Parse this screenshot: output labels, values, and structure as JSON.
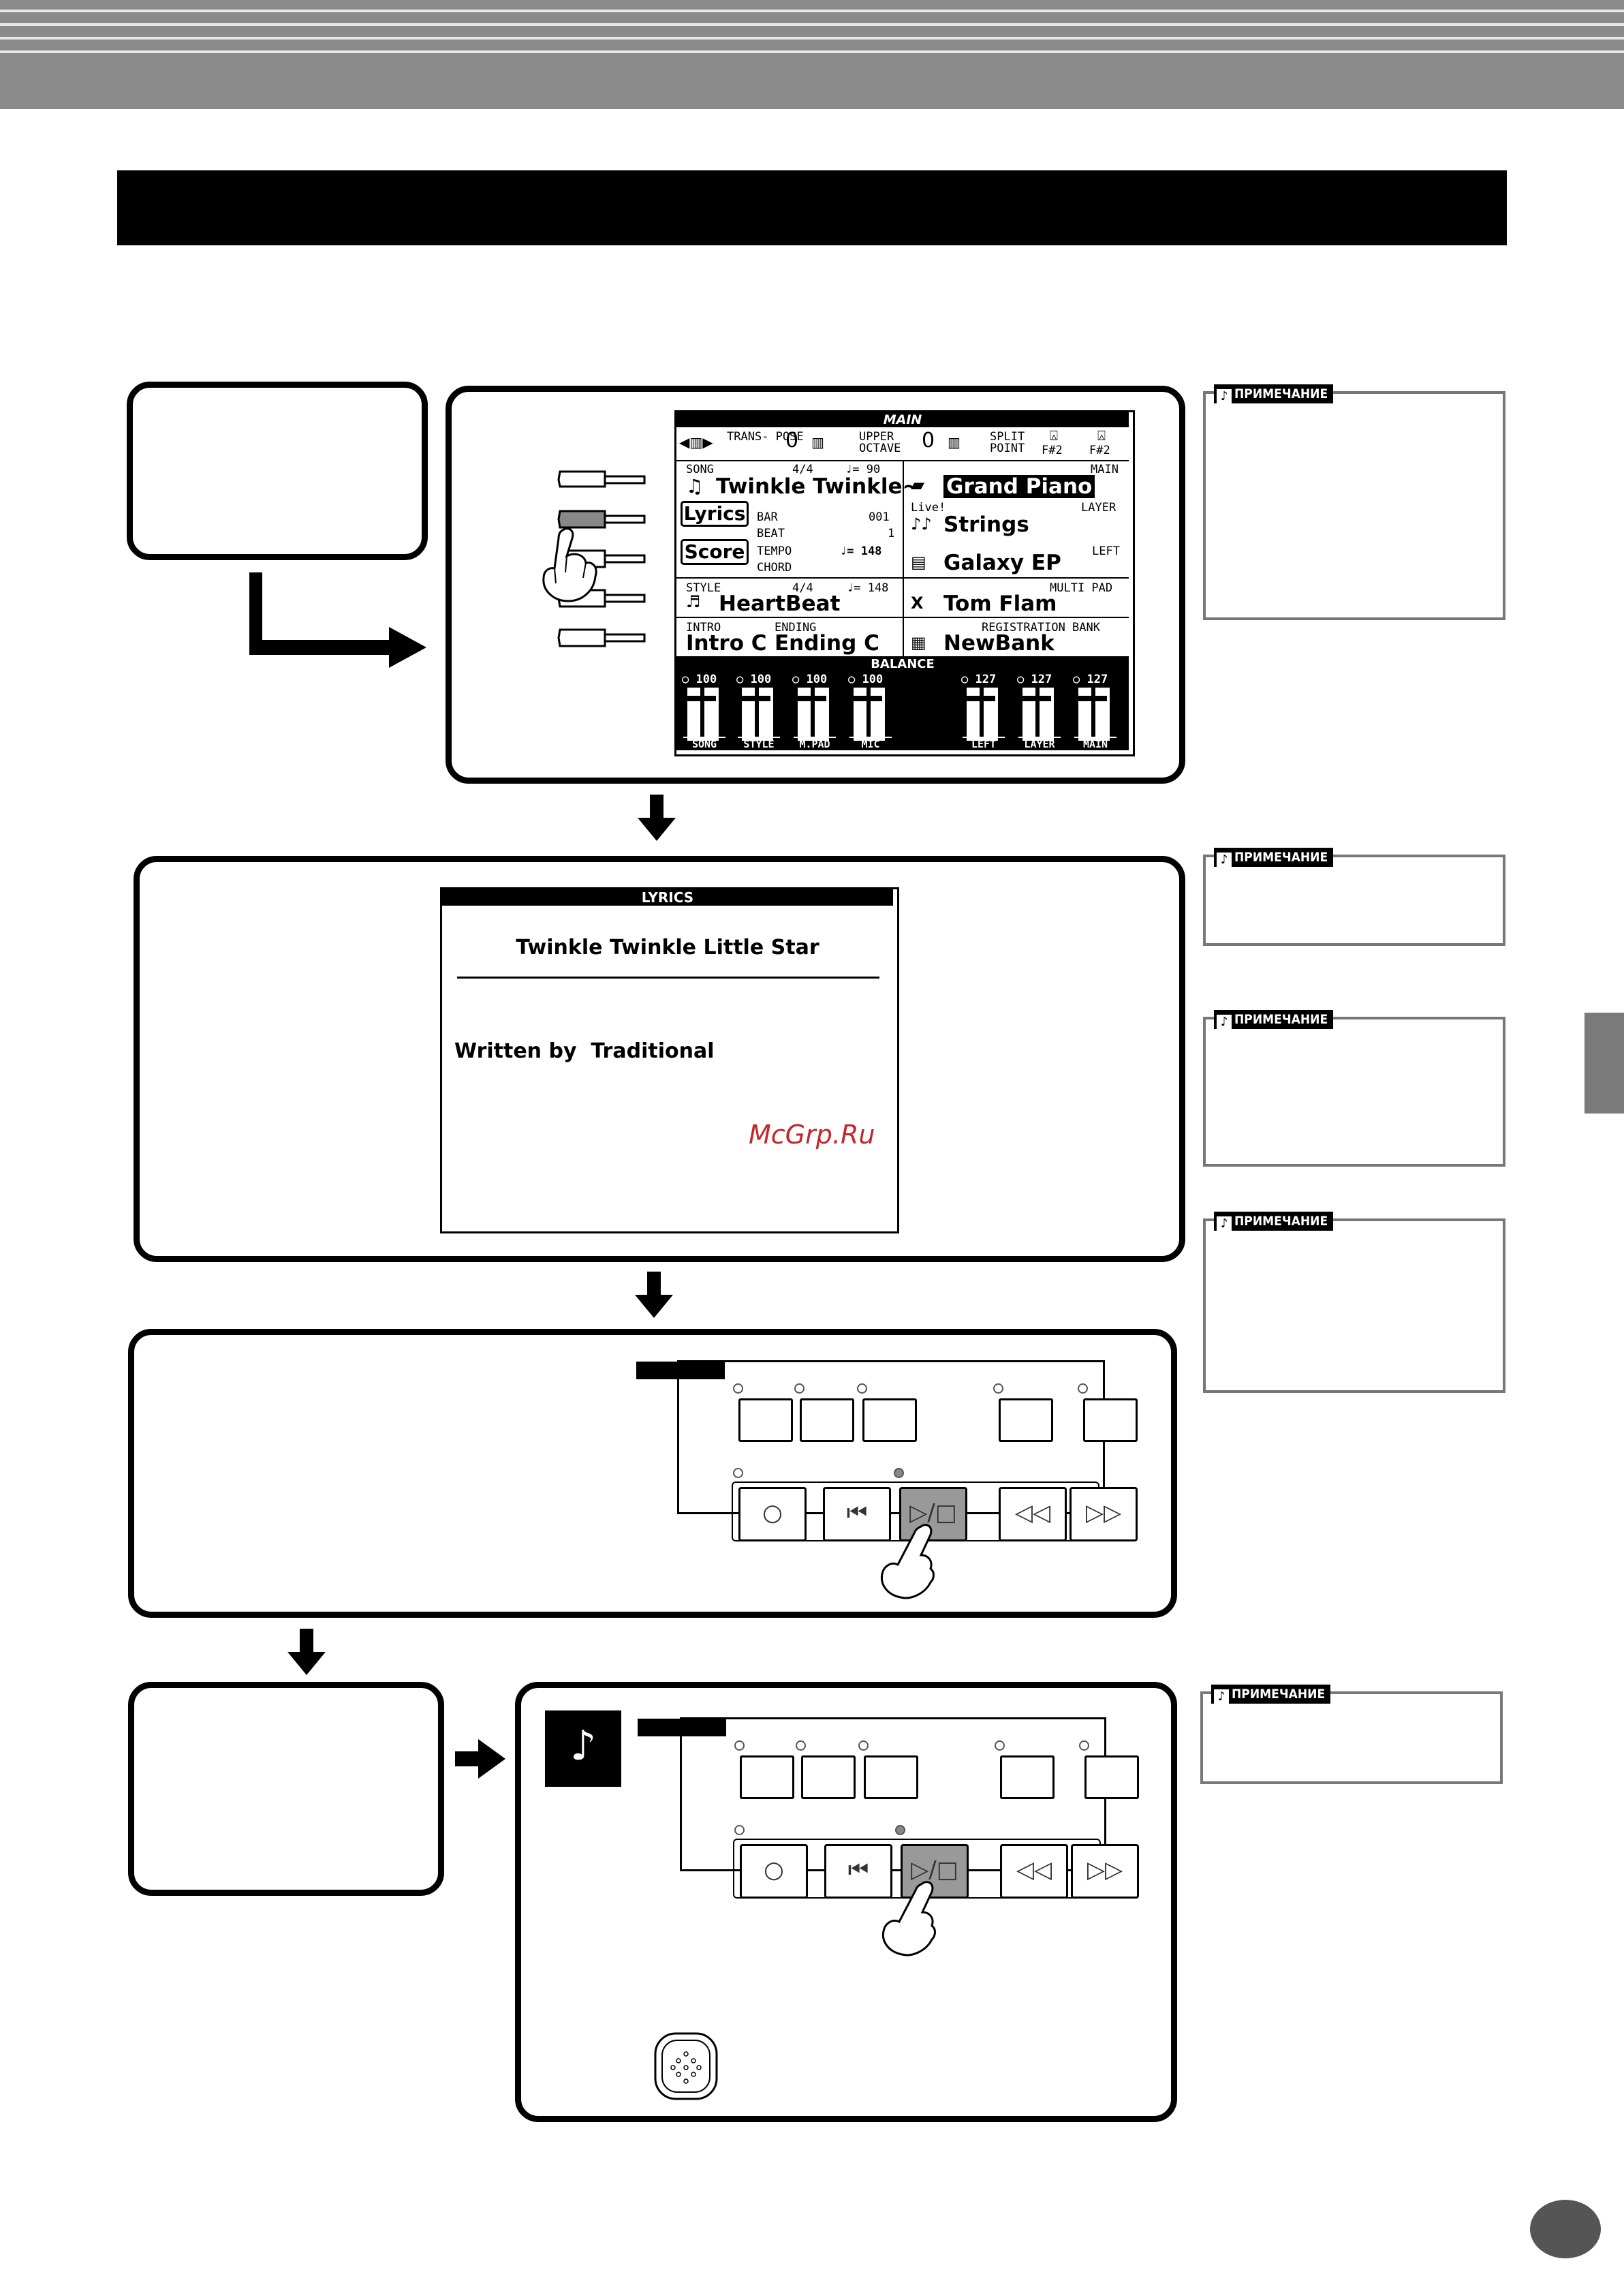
{
  "note_label": "ПРИМЕЧАНИЕ",
  "main_display": {
    "title": "MAIN",
    "transpose_label": "TRANS-\nPOSE",
    "transpose_value": "0",
    "upper_octave_label": "UPPER\nOCTAVE",
    "upper_octave_value": "0",
    "split_point_label": "SPLIT\nPOINT",
    "split_a": "F#2",
    "split_b": "F#2",
    "song_label": "SONG",
    "song_meter": "4/4",
    "song_tempo": "♩= 90",
    "song_name": "Twinkle Twinkle~",
    "lyrics_button": "Lyrics",
    "score_button": "Score",
    "bar_label": "BAR",
    "bar_value": "001",
    "beat_label": "BEAT",
    "beat_value": "1",
    "tempo_label": "TEMPO",
    "tempo_value": "♩= 148",
    "chord_label": "CHORD",
    "main_label": "MAIN",
    "main_voice": "Grand Piano",
    "live_label": "Live!",
    "layer_label": "LAYER",
    "layer_voice": "Strings",
    "left_label": "LEFT",
    "left_voice": "Galaxy EP",
    "style_label": "STYLE",
    "style_meter": "4/4",
    "style_tempo": "♩= 148",
    "style_name": "HeartBeat",
    "multipad_label": "MULTI PAD",
    "multipad_name": "Tom Flam",
    "intro_label": "INTRO",
    "intro_name": "Intro C",
    "ending_label": "ENDING",
    "ending_name": "Ending C",
    "regbank_label": "REGISTRATION BANK",
    "regbank_name": "NewBank",
    "balance_label": "BALANCE",
    "faders": [
      {
        "value": "100",
        "name": "SONG"
      },
      {
        "value": "100",
        "name": "STYLE"
      },
      {
        "value": "100",
        "name": "M.PAD"
      },
      {
        "value": "100",
        "name": "MIC"
      },
      {
        "value": "127",
        "name": "LEFT"
      },
      {
        "value": "127",
        "name": "LAYER"
      },
      {
        "value": "127",
        "name": "MAIN"
      }
    ]
  },
  "lyrics_display": {
    "title": "LYRICS",
    "song_title": "Twinkle Twinkle Little Star",
    "credit": "Written by  Traditional",
    "watermark": "McGrp.Ru"
  },
  "transport": {
    "record": "○",
    "top": "⏮",
    "play_stop": "▷/□",
    "rew": "◁◁",
    "ff": "▷▷"
  }
}
